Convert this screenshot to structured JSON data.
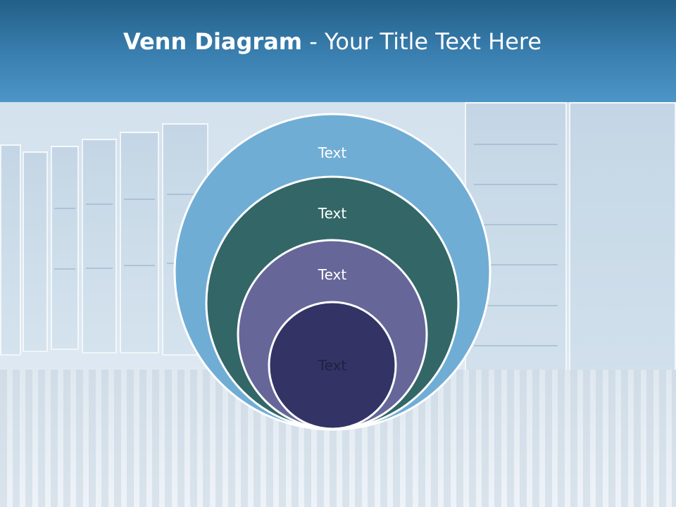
{
  "title": {
    "bold": "Venn Diagram",
    "rest": " - Your Title Text Here"
  },
  "rings": [
    {
      "label": "Text",
      "color": "#70add5"
    },
    {
      "label": "Text",
      "color": "#336667"
    },
    {
      "label": "Text",
      "color": "#666699"
    },
    {
      "label": "Text",
      "color": "#333366"
    }
  ]
}
